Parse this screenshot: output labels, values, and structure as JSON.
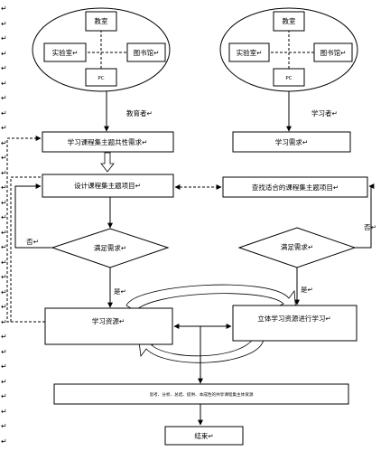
{
  "paragraph_mark": "↵",
  "left_cluster": {
    "top": "教室",
    "left": "实验室↵",
    "right": "图书馆↵",
    "bottom": "PC"
  },
  "right_cluster": {
    "top": "教室",
    "left": "实验室↵",
    "right": "图书馆↵",
    "bottom": "PC"
  },
  "educator_label": "教育者↵",
  "learner_label": "学习者↵",
  "common_needs": "学习课程集主题共性需求↵",
  "learner_needs": "学习需求↵",
  "design_project": "设计课程集主题项目↵",
  "find_project": "查找适合的课程集主题项目↵",
  "decision_left": "满足需求↵",
  "decision_right": "满足需求↵",
  "no_left": "否↵",
  "no_right": "否↵",
  "yes_left": "是↵",
  "yes_right": "是↵",
  "resources": "学习资源↵",
  "stereo_learning": "立体学习资源进行学习↵",
  "summary": "思考、分析、总结、提供、本成性的共享课程集主体资源",
  "end": "结束↵"
}
